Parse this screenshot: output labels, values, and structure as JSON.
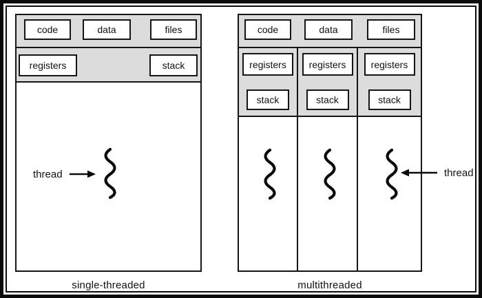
{
  "single": {
    "caption": "single-threaded",
    "resources": [
      "code",
      "data",
      "files"
    ],
    "context": [
      "registers",
      "stack"
    ],
    "thread_label": "thread"
  },
  "multi": {
    "caption": "multithreaded",
    "resources": [
      "code",
      "data",
      "files"
    ],
    "columns": [
      {
        "registers": "registers",
        "stack": "stack"
      },
      {
        "registers": "registers",
        "stack": "stack"
      },
      {
        "registers": "registers",
        "stack": "stack"
      }
    ],
    "thread_label": "thread"
  },
  "colors": {
    "band_gray": "#dcdcdc",
    "ink": "#141414",
    "box_fill": "#ffffff",
    "frame": "#0a0a0a"
  }
}
